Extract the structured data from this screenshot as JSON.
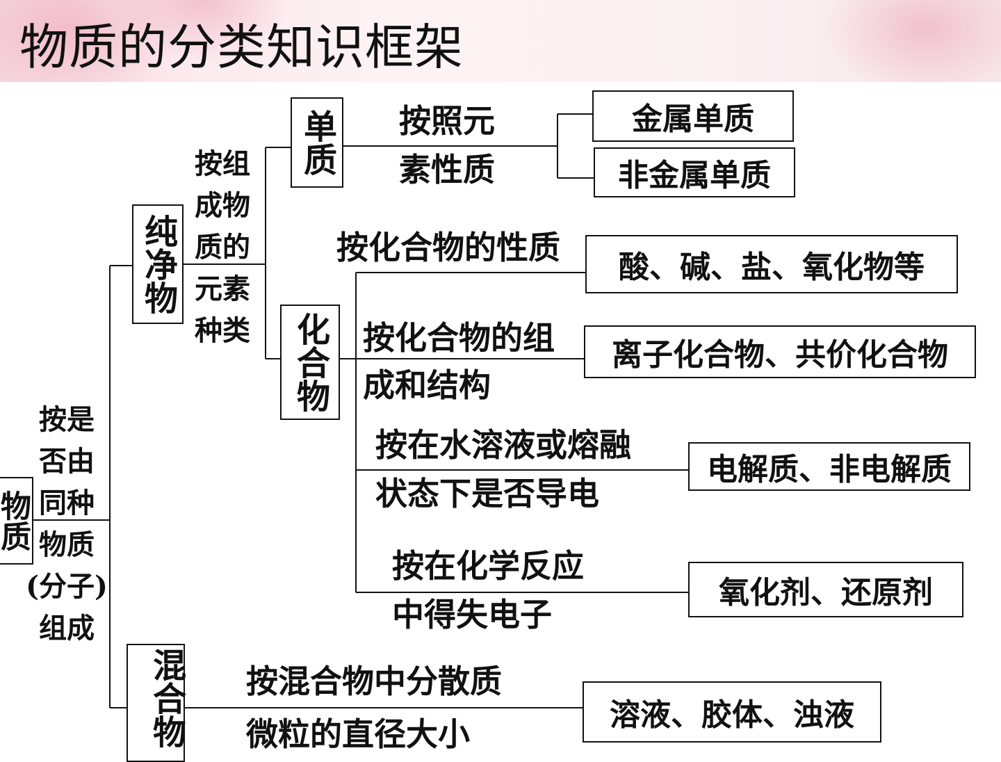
{
  "title": "物质的分类知识框架",
  "colors": {
    "line": "#111111",
    "header_tint": "#f6d7de"
  },
  "root": "物质",
  "root_criterion": [
    "按是",
    "否由",
    "同种",
    "物质",
    "(分子)",
    "组成"
  ],
  "pure": {
    "label": "纯净物",
    "criterion": [
      "按组",
      "成物",
      "质的",
      "元素",
      "种类"
    ],
    "element": {
      "label": "单质",
      "criterion": [
        "按照元",
        "素性质"
      ],
      "types": [
        "金属单质",
        "非金属单质"
      ]
    },
    "compound": {
      "label": "化合物",
      "criteria": [
        {
          "text": [
            "按化合物的性质"
          ],
          "result": "酸、碱、盐、氧化物等"
        },
        {
          "text": [
            "按化合物的组",
            "成和结构"
          ],
          "result": "离子化合物、共价化合物"
        },
        {
          "text": [
            "按在水溶液或熔融",
            "状态下是否导电"
          ],
          "result": "电解质、非电解质"
        },
        {
          "text": [
            "按在化学反应",
            "中得失电子"
          ],
          "result": "氧化剂、还原剂"
        }
      ]
    }
  },
  "mixture": {
    "label": "混合物",
    "criterion": [
      "按混合物中分散质",
      "微粒的直径大小"
    ],
    "result": "溶液、胶体、浊液"
  }
}
